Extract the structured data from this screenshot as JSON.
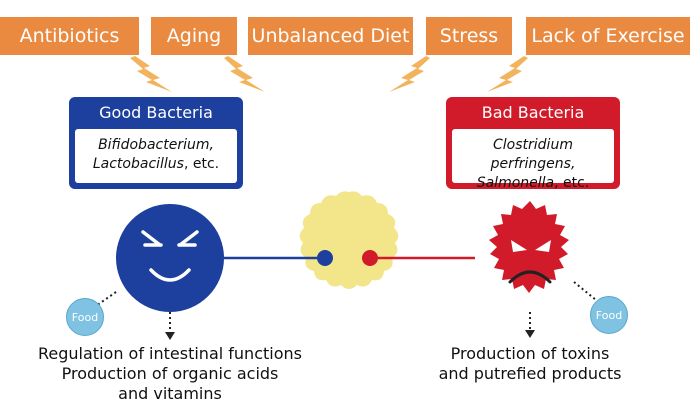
{
  "factors": [
    "Antibiotics",
    "Aging",
    "Unbalanced Diet",
    "Stress",
    "Lack of Exercise"
  ],
  "good_bacteria": {
    "title": "Good Bacteria",
    "line1": "Bifidobacterium,",
    "line2_italic": "Lactobacillus",
    "line2_rest": ", etc.",
    "caption": [
      "Regulation of intestinal functions",
      "Production of organic acids",
      "and vitamins"
    ]
  },
  "bad_bacteria": {
    "title": "Bad Bacteria",
    "line1": "Clostridium perfringens,",
    "line2_italic": "Salmonella",
    "line2_rest": ", etc.",
    "caption": [
      "Production of toxins",
      "and putrefied products"
    ]
  },
  "food_label": "Food",
  "colors": {
    "factor": "#ea8a40",
    "bolt": "#f2b35c",
    "good": "#1d3f9e",
    "bad": "#d11b2a",
    "neutral": "#f3e68a",
    "food": "#7fc2e2"
  }
}
